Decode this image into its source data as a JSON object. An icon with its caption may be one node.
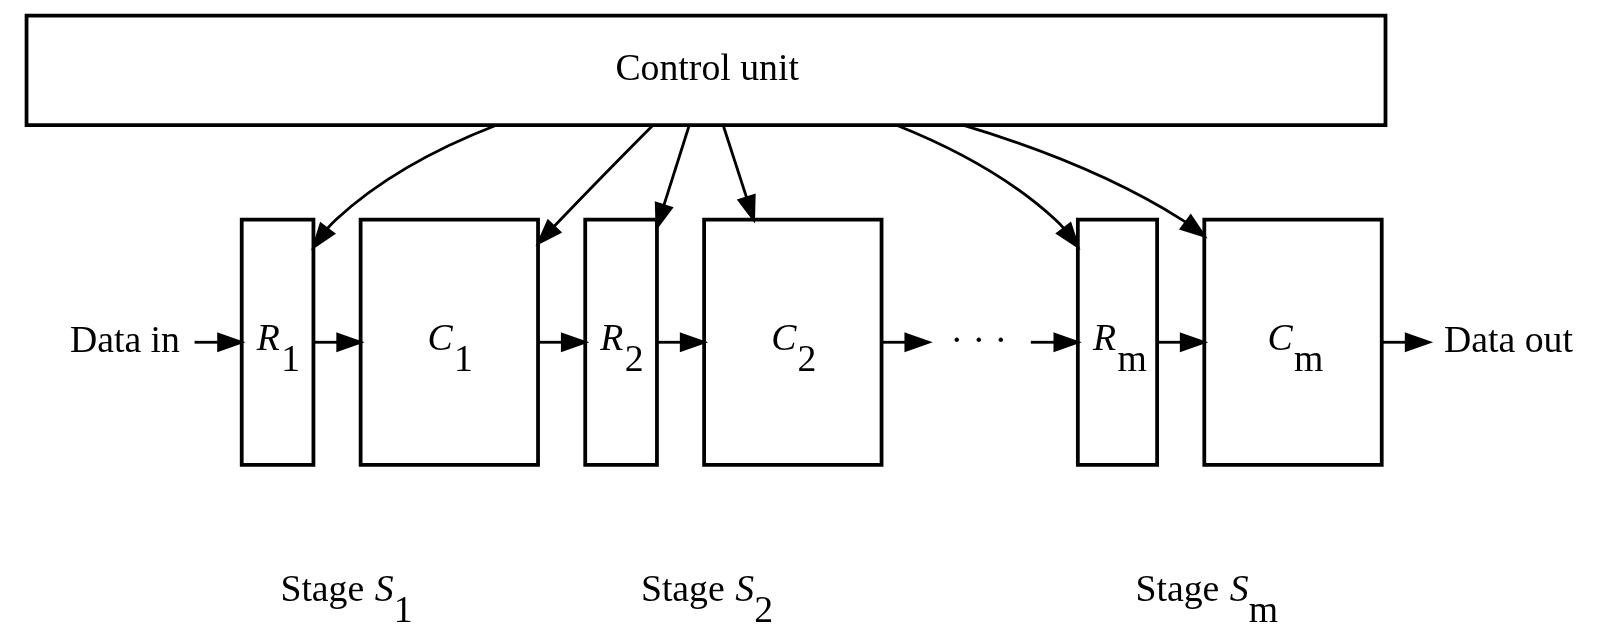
{
  "diagram": {
    "nodes": [
      {
        "text": [
          "Control unit"
        ]
      },
      {
        "text": [
          "Data in"
        ]
      },
      {
        "text": [
          "*R*$_{1}$"
        ]
      },
      {
        "text": [
          "*C*$_{1}$"
        ]
      },
      {
        "text": [
          "*R*$_{2}$"
        ]
      },
      {
        "text": [
          "*C*$_{2}$"
        ]
      },
      {
        "text": [
          "· · ·"
        ]
      },
      {
        "text": [
          "*R*$_{m}$"
        ]
      },
      {
        "text": [
          "*C*$_{m}$"
        ]
      },
      {
        "text": [
          "Data out"
        ]
      }
    ],
    "edges": [
      {
        "from": 1,
        "to": 2,
        "arrow": "to"
      },
      {
        "from": 2,
        "to": 3,
        "arrow": "to"
      },
      {
        "from": 3,
        "to": 4,
        "arrow": "to"
      },
      {
        "from": 4,
        "to": 5,
        "arrow": "to"
      },
      {
        "from": 5,
        "to": 6,
        "arrow": "to"
      },
      {
        "from": 6,
        "to": 7,
        "arrow": "to"
      },
      {
        "from": 7,
        "to": 8,
        "arrow": "to"
      },
      {
        "from": 8,
        "to": 9,
        "arrow": "to"
      },
      {
        "from": 0,
        "to": 2,
        "arrow": "to"
      },
      {
        "from": 0,
        "to": 3,
        "arrow": "to"
      },
      {
        "from": 0,
        "to": 4,
        "arrow": "to"
      },
      {
        "from": 0,
        "to": 5,
        "arrow": "to"
      },
      {
        "from": 0,
        "to": 7,
        "arrow": "to"
      },
      {
        "from": 0,
        "to": 8,
        "arrow": "to"
      }
    ],
    "labels": [
      "Stage *S*$_{1}$",
      "Stage *S*$_{2}$",
      "Stage *S*$_{m}$"
    ]
  }
}
